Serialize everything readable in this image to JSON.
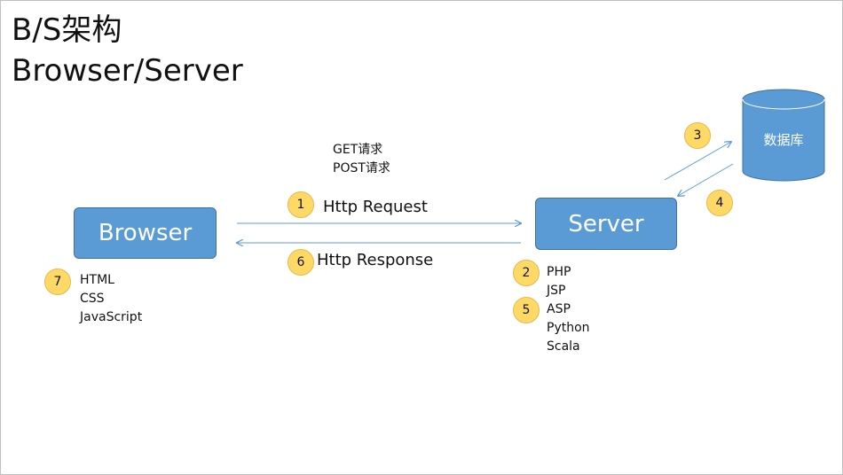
{
  "title": {
    "line1": "B/S架构",
    "line2": "Browser/Server"
  },
  "nodes": {
    "browser": "Browser",
    "server": "Server",
    "database": "数据库"
  },
  "arrows": {
    "request": "Http Request",
    "response": "Http Response"
  },
  "request_methods": [
    "GET请求",
    "POST请求"
  ],
  "browser_tech": [
    "HTML",
    "CSS",
    "JavaScript"
  ],
  "server_tech": [
    "PHP",
    "JSP",
    "ASP",
    "Python",
    "Scala"
  ],
  "steps": [
    "1",
    "2",
    "3",
    "4",
    "5",
    "6",
    "7"
  ],
  "colors": {
    "box_fill": "#5b9bd5",
    "box_border": "#41719c",
    "badge_fill": "#ffd966",
    "arrow": "#5b9bd5"
  }
}
